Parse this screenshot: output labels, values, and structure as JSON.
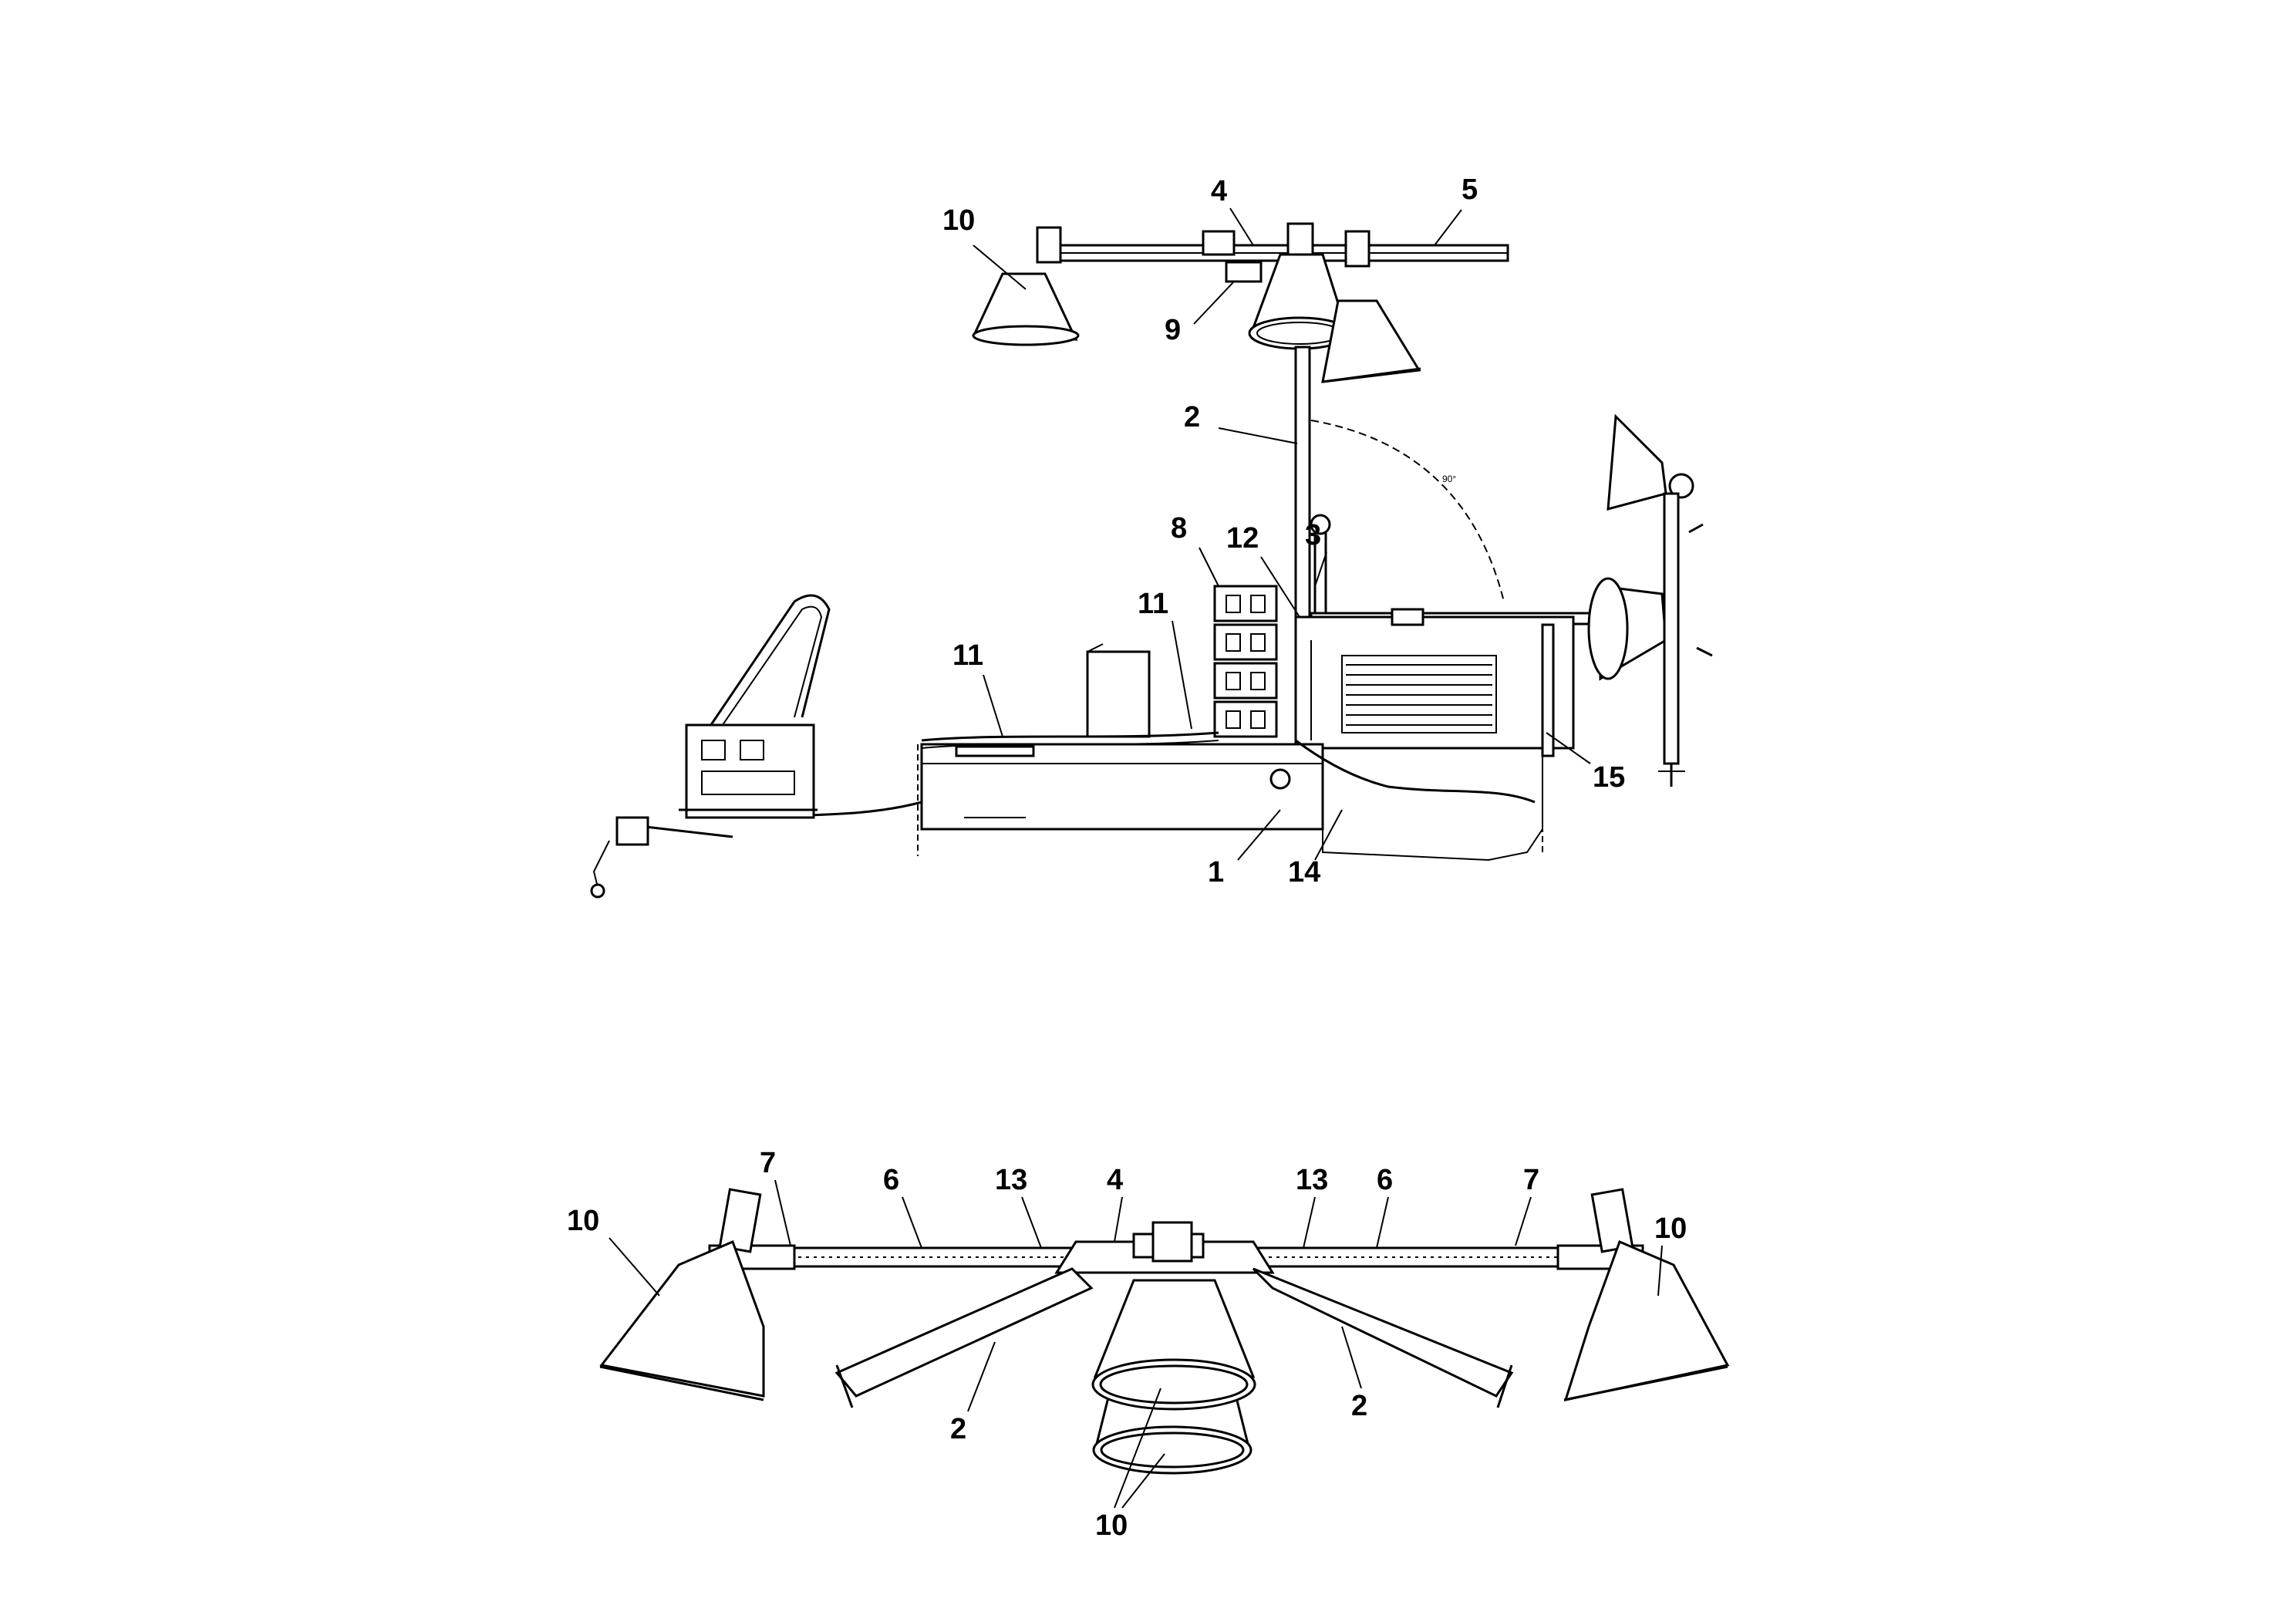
{
  "figure": {
    "angle_label": "90°",
    "callouts": {
      "side_view": [
        "10",
        "4",
        "5",
        "9",
        "2",
        "8",
        "12",
        "3",
        "11",
        "11",
        "15",
        "1",
        "14"
      ],
      "top_view": [
        "7",
        "6",
        "13",
        "4",
        "13",
        "6",
        "7",
        "10",
        "10",
        "2",
        "2",
        "10"
      ]
    }
  }
}
